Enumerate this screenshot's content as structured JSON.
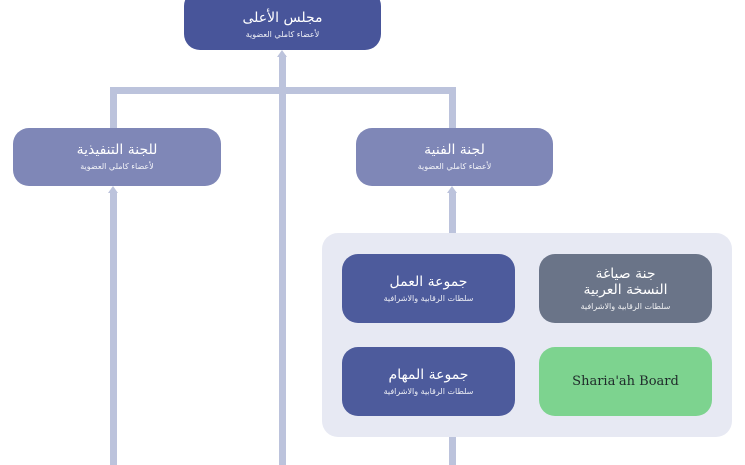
{
  "colors": {
    "connector": "#bcc3dc",
    "top_node": "#48559a",
    "committee_node": "#7f87b7",
    "group_node": "#4d5b9c",
    "drafting_node": "#6a7488",
    "sharia_node": "#7dd38f",
    "panel": "#e7e9f3"
  },
  "nodes": {
    "supreme_council": {
      "title": "مجلس الأعلى",
      "subtitle": "لأعضاء كاملي العضوية"
    },
    "executive_committee": {
      "title": "للجنة التنفيذية",
      "subtitle": "لأعضاء كاملي العضوية"
    },
    "technical_committee": {
      "title": "لجنة الفنية",
      "subtitle": "لأعضاء كاملي العضوية"
    },
    "working_group": {
      "title": "جموعة العمل",
      "subtitle": "سلطات الرقابية والاشرافية"
    },
    "drafting_committee": {
      "title": "جنة صياغة\nالنسخة العربية",
      "subtitle": "سلطات الرقابية والاشرافية"
    },
    "task_group": {
      "title": "جموعة المهام",
      "subtitle": "سلطات الرقابية والاشرافية"
    },
    "sharia_board": {
      "title": "Sharia'ah Board"
    }
  }
}
